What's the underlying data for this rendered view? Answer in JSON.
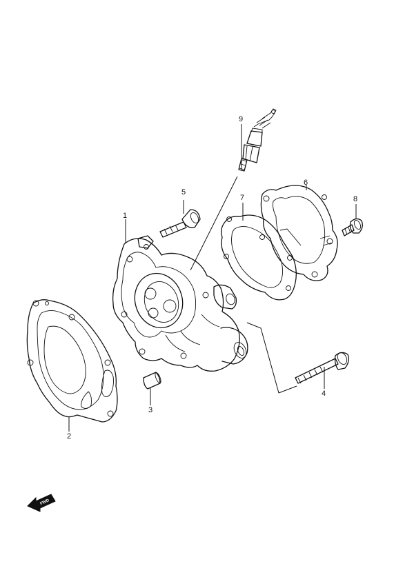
{
  "callouts": {
    "c1": "1",
    "c2": "2",
    "c3": "3",
    "c4": "4",
    "c5": "5",
    "c6": "6",
    "c7": "7",
    "c8": "8",
    "c9": "9"
  },
  "fwd_label": "FWD",
  "colors": {
    "line": "#111111",
    "background": "#ffffff"
  }
}
